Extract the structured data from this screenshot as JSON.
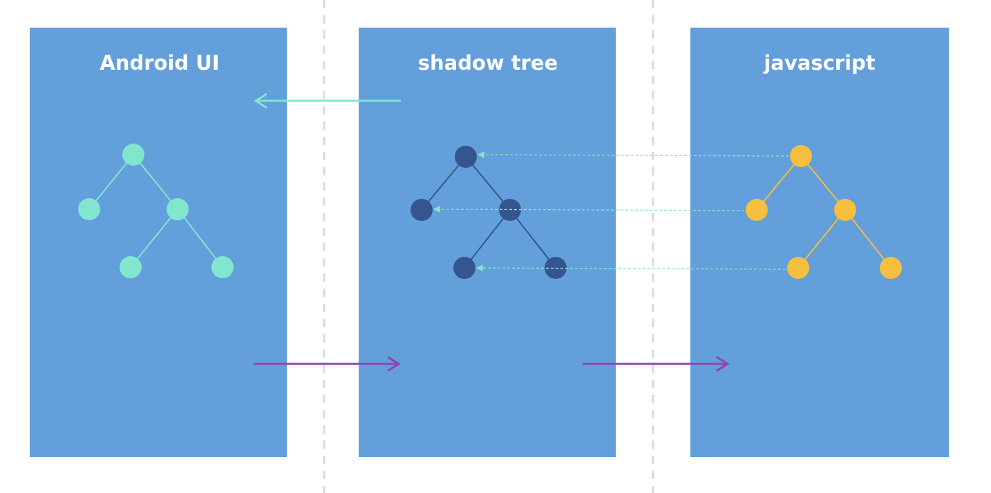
{
  "panels": {
    "android": {
      "title": "Android UI"
    },
    "shadow": {
      "title": "shadow tree"
    },
    "javascript": {
      "title": "javascript"
    }
  },
  "colors": {
    "background": "#ffffff",
    "panel": "#629fdb",
    "separator": "#d9d9d9",
    "android_node": "#82e6cf",
    "shadow_node": "#36558f",
    "js_node": "#f6bf3d",
    "sync_arrow": "#82e6cf",
    "update_arrow": "#8e44b8"
  },
  "icons": {
    "arrow_right": "arrow-right-icon",
    "arrow_left": "arrow-left-icon"
  }
}
